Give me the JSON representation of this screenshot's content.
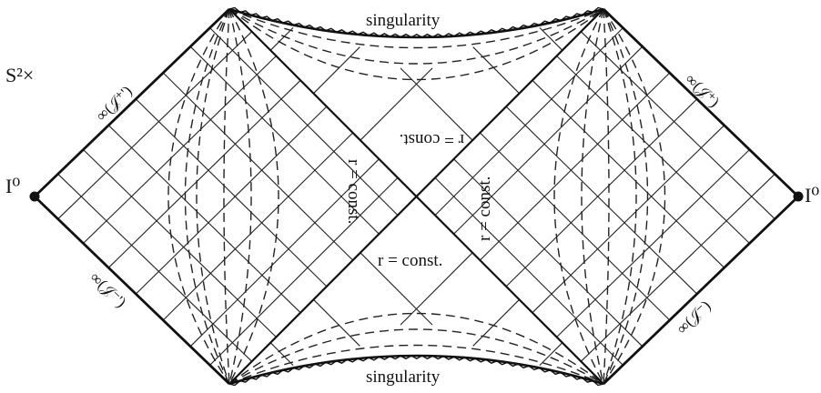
{
  "labels": {
    "singularity_top": "singularity",
    "singularity_bottom": "singularity",
    "r_const_top": "r = const.",
    "r_const_left": "r = const.",
    "r_const_right": "r = const.",
    "r_const_bottom": "r = const.",
    "s2x": "S²×",
    "i0_left": "I⁰",
    "i0_right": "I⁰",
    "scri_plus_left": "∞(𝒥⁺')",
    "scri_minus_left": "∞(𝒥⁻')",
    "scri_plus_right": "∞(𝒥⁺)",
    "scri_minus_right": "∞(𝒥⁻)"
  }
}
